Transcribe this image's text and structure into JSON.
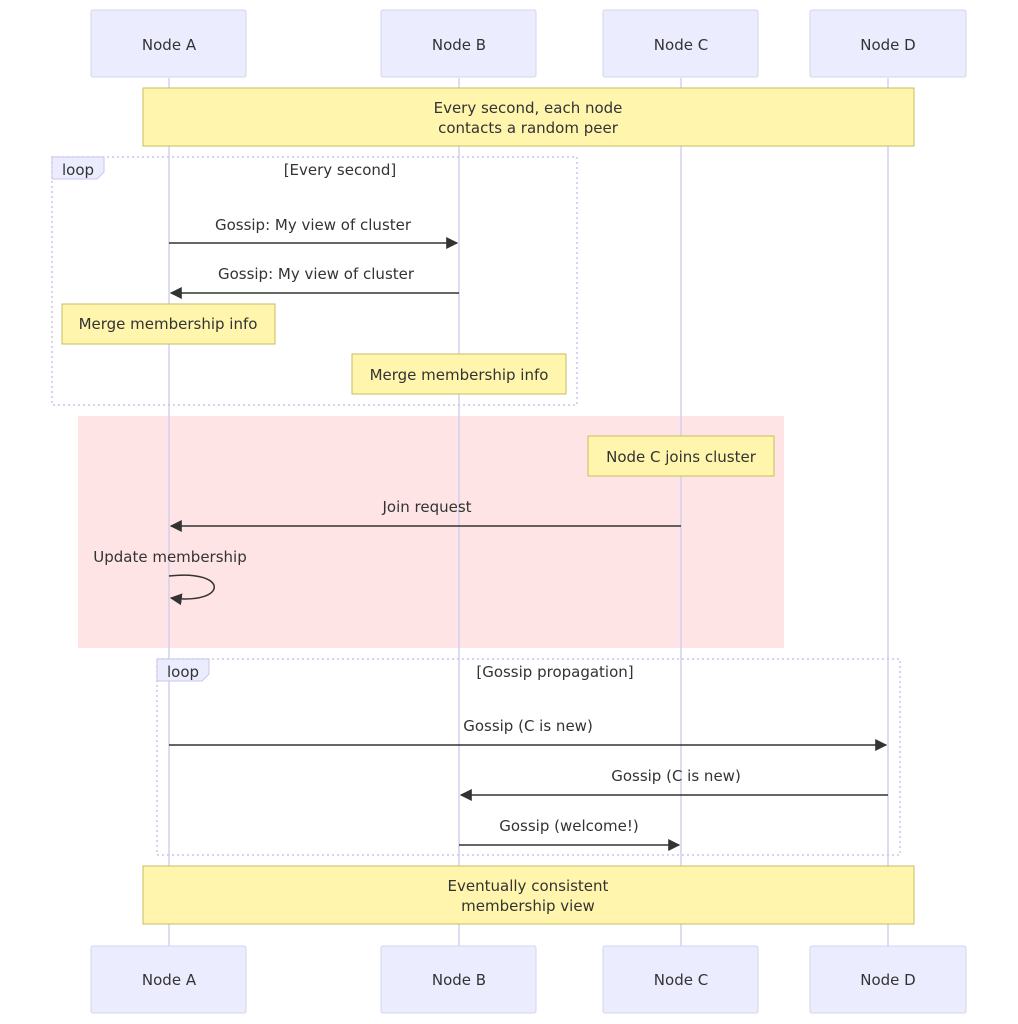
{
  "actors": {
    "a": "Node A",
    "b": "Node B",
    "c": "Node C",
    "d": "Node D"
  },
  "notes": {
    "top_line1": "Every second, each node",
    "top_line2": "contacts a random peer",
    "merge_a": "Merge membership info",
    "merge_b": "Merge membership info",
    "c_joins": "Node C joins cluster",
    "bottom_line1": "Eventually consistent",
    "bottom_line2": "membership view"
  },
  "loops": {
    "first_keyword": "loop",
    "first_condition": "[Every second]",
    "second_keyword": "loop",
    "second_condition": "[Gossip propagation]"
  },
  "messages": {
    "a_to_b": "Gossip: My view of cluster",
    "b_to_a": "Gossip: My view of cluster",
    "join_request": "Join request",
    "update_membership": "Update membership",
    "a_to_d": "Gossip (C is new)",
    "d_to_b": "Gossip (C is new)",
    "b_to_c": "Gossip (welcome!)"
  },
  "colors": {
    "actor_fill": "#ECECFF",
    "note_fill": "#fff5ad",
    "highlight_fill": "#ffe4e6",
    "line": "#333333"
  }
}
